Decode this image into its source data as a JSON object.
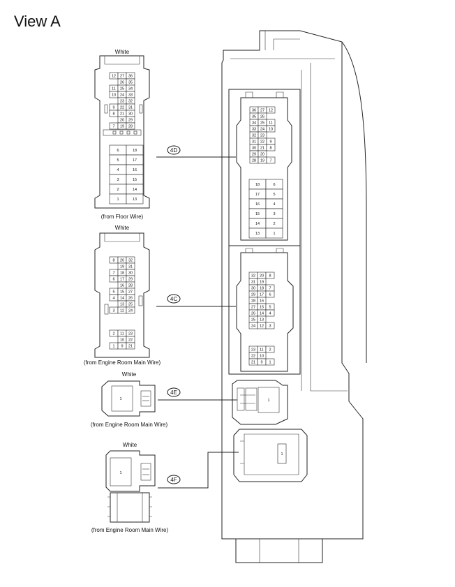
{
  "title": "View A",
  "connectors": {
    "4D": {
      "tag": "4D",
      "color": "White",
      "source": "(from Floor Wire)",
      "upper_grid": [
        [
          12,
          27,
          36
        ],
        [
          null,
          26,
          35
        ],
        [
          11,
          25,
          34
        ],
        [
          10,
          24,
          33
        ],
        [
          null,
          23,
          32
        ],
        [
          9,
          22,
          31
        ],
        [
          8,
          21,
          30
        ],
        [
          null,
          20,
          29
        ],
        [
          7,
          19,
          28
        ]
      ],
      "lower_grid": [
        [
          6,
          18
        ],
        [
          5,
          17
        ],
        [
          4,
          16
        ],
        [
          3,
          15
        ],
        [
          2,
          14
        ],
        [
          1,
          13
        ]
      ],
      "block_upper_grid": [
        [
          36,
          27,
          12
        ],
        [
          35,
          26,
          null
        ],
        [
          34,
          25,
          11
        ],
        [
          33,
          24,
          10
        ],
        [
          32,
          23,
          null
        ],
        [
          31,
          22,
          9
        ],
        [
          30,
          21,
          8
        ],
        [
          29,
          20,
          null
        ],
        [
          28,
          19,
          7
        ]
      ],
      "block_lower_grid": [
        [
          18,
          6
        ],
        [
          17,
          5
        ],
        [
          16,
          4
        ],
        [
          15,
          3
        ],
        [
          14,
          2
        ],
        [
          13,
          1
        ]
      ]
    },
    "4C": {
      "tag": "4C",
      "color": "White",
      "source": "(from Engine Room Main Wire)",
      "upper_grid": [
        [
          8,
          20,
          32
        ],
        [
          null,
          19,
          31
        ],
        [
          7,
          18,
          30
        ],
        [
          6,
          17,
          29
        ],
        [
          null,
          16,
          28
        ],
        [
          5,
          15,
          27
        ],
        [
          4,
          14,
          26
        ],
        [
          null,
          13,
          25
        ],
        [
          3,
          12,
          24
        ]
      ],
      "lower_grid": [
        [
          2,
          11,
          23
        ],
        [
          null,
          10,
          22
        ],
        [
          1,
          9,
          21
        ]
      ],
      "block_upper_grid": [
        [
          32,
          20,
          8
        ],
        [
          31,
          19,
          null
        ],
        [
          30,
          18,
          7
        ],
        [
          29,
          17,
          6
        ],
        [
          28,
          16,
          null
        ],
        [
          27,
          15,
          5
        ],
        [
          26,
          14,
          4
        ],
        [
          25,
          13,
          null
        ],
        [
          24,
          12,
          3
        ]
      ],
      "block_lower_grid": [
        [
          23,
          11,
          2
        ],
        [
          22,
          10,
          null
        ],
        [
          21,
          9,
          1
        ]
      ]
    },
    "4E": {
      "tag": "4E",
      "color": "White",
      "source": "(from Engine Room Main Wire)",
      "pin": "1"
    },
    "4F": {
      "tag": "4F",
      "color": "White",
      "source": "(from Engine Room Main Wire)",
      "pin": "1"
    }
  }
}
